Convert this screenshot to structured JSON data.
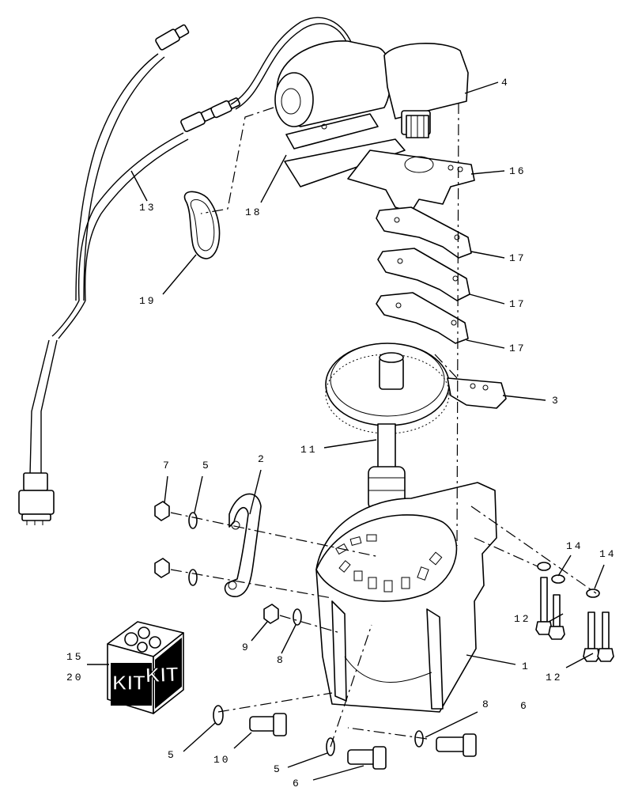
{
  "callouts": {
    "c1": "1",
    "c2": "2",
    "c3": "3",
    "c4": "4",
    "c5a": "5",
    "c5b": "5",
    "c5c": "5",
    "c6a": "6",
    "c6b": "6",
    "c7": "7",
    "c8a": "8",
    "c8b": "8",
    "c9": "9",
    "c10": "10",
    "c11": "11",
    "c12a": "12",
    "c12b": "12",
    "c13": "13",
    "c14a": "14",
    "c14b": "14",
    "c15": "15",
    "c16": "16",
    "c17a": "17",
    "c17b": "17",
    "c17c": "17",
    "c18": "18",
    "c19": "19",
    "c20": "20"
  },
  "kit": {
    "label_left": "KIT",
    "label_right": "KIT"
  }
}
